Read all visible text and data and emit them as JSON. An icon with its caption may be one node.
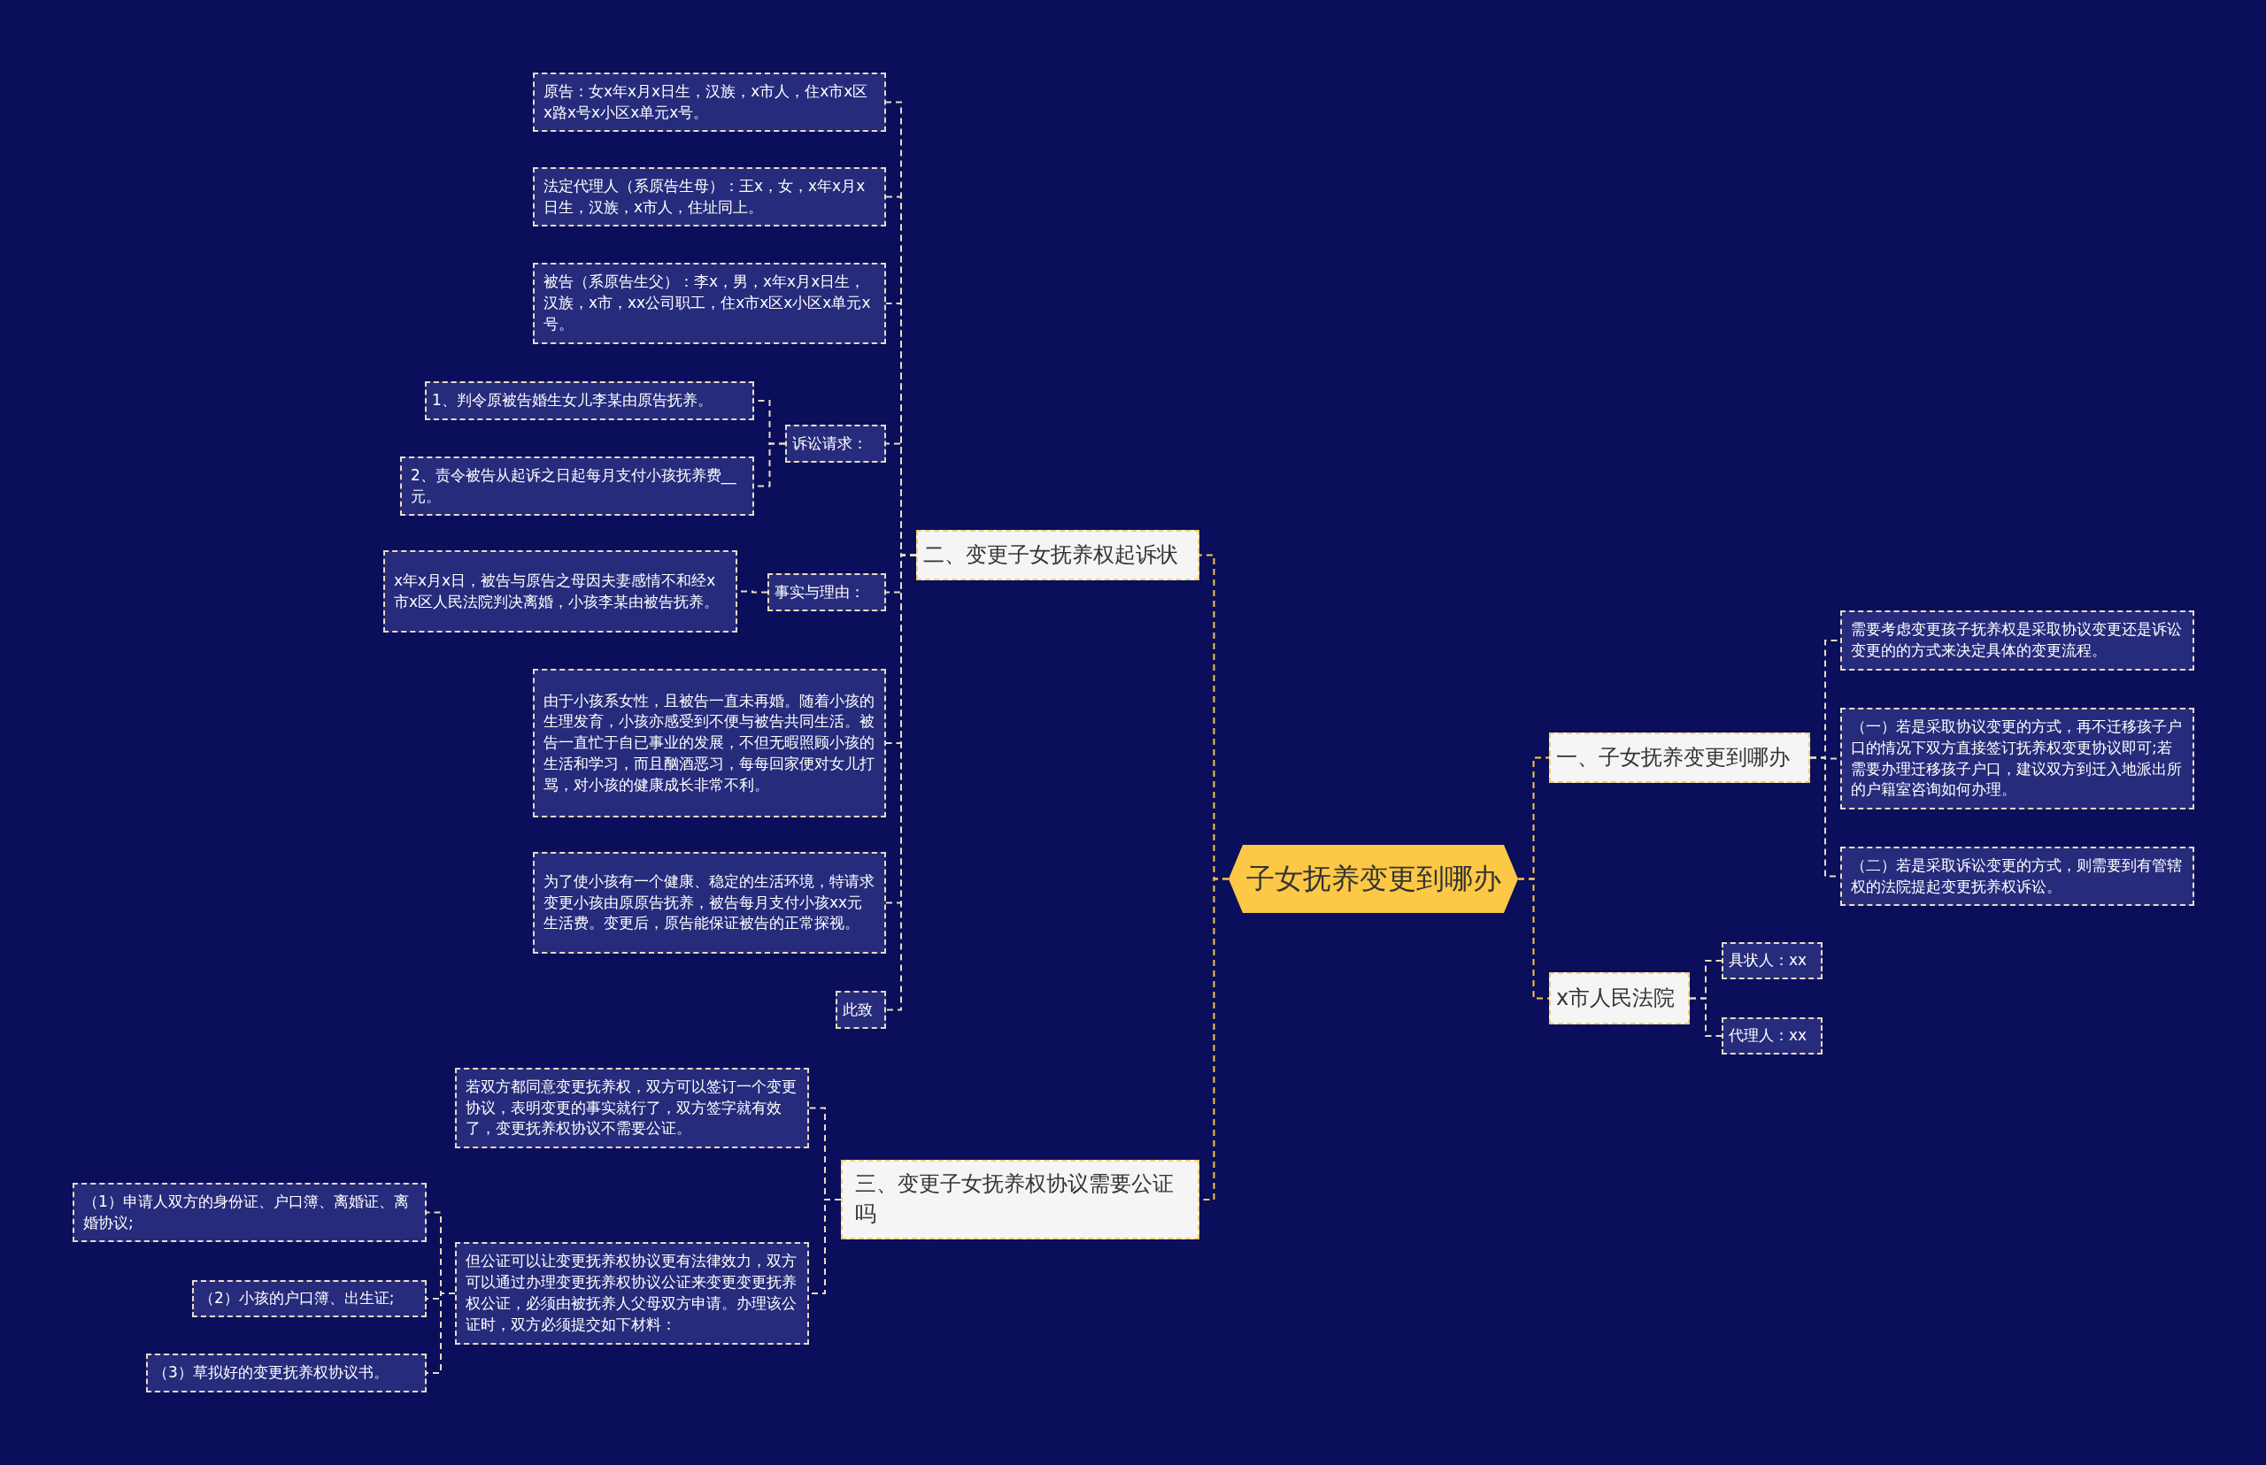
{
  "diagram": {
    "nodes": [
      {
        "text": [
          "子女抚养变更到哪办"
        ]
      },
      {
        "text": [
          "一、子女抚养变更到哪办"
        ]
      },
      {
        "text": [
          "需要考虑变更孩子抚养权是采取协议变更还是诉讼变更的的方式来决定具体的变更流程。"
        ]
      },
      {
        "text": [
          "（一）若是采取协议变更的方式，再不迁移孩子户口的情况下双方直接签订抚养权变更协议即可;若需要办理迁移孩子户口，建议双方到迁入地派出所的户籍室咨询如何办理。"
        ]
      },
      {
        "text": [
          "（二）若是采取诉讼变更的方式，则需要到有管辖权的法院提起变更抚养权诉讼。"
        ]
      },
      {
        "text": [
          "x市人民法院"
        ]
      },
      {
        "text": [
          "具状人：xx"
        ]
      },
      {
        "text": [
          "代理人：xx"
        ]
      },
      {
        "text": [
          "二、变更子女抚养权起诉状"
        ]
      },
      {
        "text": [
          "原告：女x年x月x日生，汉族，x市人，住x市x区x路x号x小区x单元x号。"
        ]
      },
      {
        "text": [
          "法定代理人（系原告生母）：王x，女，x年x月x日生，汉族，x市人，住址同上。"
        ]
      },
      {
        "text": [
          "被告（系原告生父）：李x，男，x年x月x日生，汉族，x市，xx公司职工，住x市x区x小区x单元x号。"
        ]
      },
      {
        "text": [
          "诉讼请求："
        ]
      },
      {
        "text": [
          "1、判令原被告婚生女儿李某由原告抚养。"
        ]
      },
      {
        "text": [
          "2、责令被告从起诉之日起每月支付小孩抚养费__元。"
        ]
      },
      {
        "text": [
          "事实与理由："
        ]
      },
      {
        "text": [
          "x年x月x日，被告与原告之母因夫妻感情不和经x市x区人民法院判决离婚，小孩李某由被告抚养。"
        ]
      },
      {
        "text": [
          "由于小孩系女性，且被告一直未再婚。随着小孩的生理发育，小孩亦感受到不便与被告共同生活。被告一直忙于自已事业的发展，不但无暇照顾小孩的生活和学习，而且酗酒恶习，每每回家便对女儿打骂，对小孩的健康成长非常不利。"
        ]
      },
      {
        "text": [
          "为了使小孩有一个健康、稳定的生活环境，特请求变更小孩由原原告抚养，被告每月支付小孩xx元生活费。变更后，原告能保证被告的正常探视。"
        ]
      },
      {
        "text": [
          "此致"
        ]
      },
      {
        "text": [
          "三、变更子女抚养权协议需要公证吗"
        ]
      },
      {
        "text": [
          "若双方都同意变更抚养权，双方可以签订一个变更协议，表明变更的事实就行了，双方签字就有效了，变更抚养权协议不需要公证。"
        ]
      },
      {
        "text": [
          "但公证可以让变更抚养权协议更有法律效力，双方可以通过办理变更抚养权协议公证来变更变更抚养权公证，必须由被抚养人父母双方申请。办理该公证时，双方必须提交如下材料："
        ]
      },
      {
        "text": [
          "（1）申请人双方的身份证、户口簿、离婚证、离婚协议;"
        ]
      },
      {
        "text": [
          "（2）小孩的户口簿、出生证;"
        ]
      },
      {
        "text": [
          "（3）草拟好的变更抚养权协议书。"
        ]
      }
    ],
    "edges": [
      {
        "from": 0,
        "to": 1,
        "arrow": "none",
        "style": "dashed",
        "color": "#f7c844"
      },
      {
        "from": 1,
        "to": 2,
        "arrow": "none",
        "style": "dashed"
      },
      {
        "from": 1,
        "to": 3,
        "arrow": "none",
        "style": "dashed"
      },
      {
        "from": 1,
        "to": 4,
        "arrow": "none",
        "style": "dashed"
      },
      {
        "from": 0,
        "to": 5,
        "arrow": "none",
        "style": "dashed",
        "color": "#f7c844"
      },
      {
        "from": 5,
        "to": 6,
        "arrow": "none",
        "style": "dashed"
      },
      {
        "from": 5,
        "to": 7,
        "arrow": "none",
        "style": "dashed"
      },
      {
        "from": 0,
        "to": 8,
        "arrow": "none",
        "style": "dashed",
        "color": "#f7c844"
      },
      {
        "from": 8,
        "to": 9,
        "arrow": "none",
        "style": "dashed"
      },
      {
        "from": 8,
        "to": 10,
        "arrow": "none",
        "style": "dashed"
      },
      {
        "from": 8,
        "to": 11,
        "arrow": "none",
        "style": "dashed"
      },
      {
        "from": 8,
        "to": 12,
        "arrow": "none",
        "style": "dashed"
      },
      {
        "from": 12,
        "to": 13,
        "arrow": "none",
        "style": "dashed"
      },
      {
        "from": 12,
        "to": 14,
        "arrow": "none",
        "style": "dashed"
      },
      {
        "from": 8,
        "to": 15,
        "arrow": "none",
        "style": "dashed"
      },
      {
        "from": 15,
        "to": 16,
        "arrow": "none",
        "style": "dashed"
      },
      {
        "from": 8,
        "to": 17,
        "arrow": "none",
        "style": "dashed"
      },
      {
        "from": 8,
        "to": 18,
        "arrow": "none",
        "style": "dashed"
      },
      {
        "from": 8,
        "to": 19,
        "arrow": "none",
        "style": "dashed"
      },
      {
        "from": 0,
        "to": 20,
        "arrow": "none",
        "style": "dashed",
        "color": "#f7c844"
      },
      {
        "from": 20,
        "to": 21,
        "arrow": "none",
        "style": "dashed"
      },
      {
        "from": 20,
        "to": 22,
        "arrow": "none",
        "style": "dashed"
      },
      {
        "from": 22,
        "to": 23,
        "arrow": "none",
        "style": "dashed"
      },
      {
        "from": 22,
        "to": 24,
        "arrow": "none",
        "style": "dashed"
      },
      {
        "from": 22,
        "to": 25,
        "arrow": "none",
        "style": "dashed"
      }
    ]
  }
}
